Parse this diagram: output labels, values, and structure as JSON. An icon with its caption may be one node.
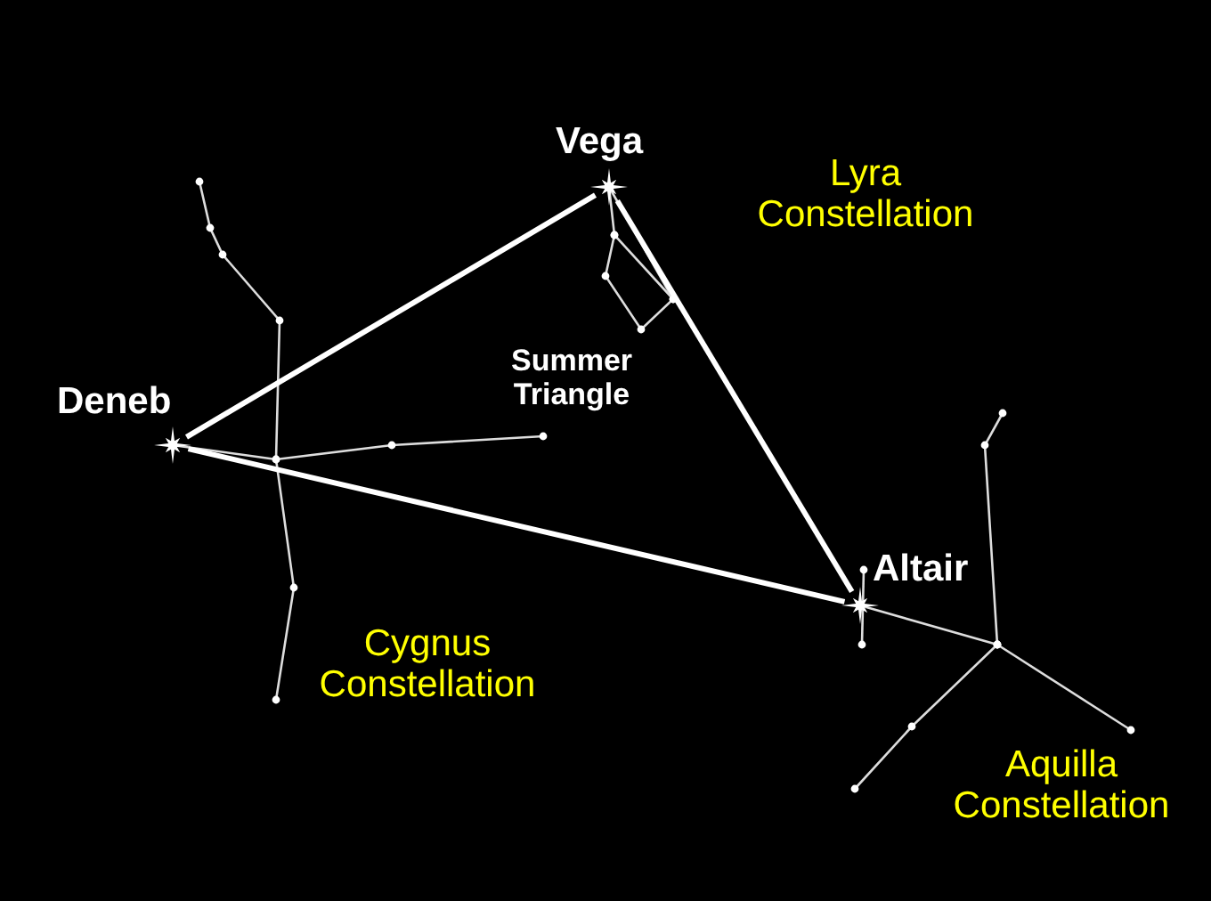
{
  "diagram": {
    "nodes": [
      {
        "text": [
          "Vega"
        ]
      },
      {
        "text": [
          "Deneb"
        ]
      },
      {
        "text": [
          "Altair"
        ]
      }
    ],
    "edges": [
      {
        "from": 1,
        "to": 0,
        "arrow": "none"
      },
      {
        "from": 0,
        "to": 2,
        "arrow": "none"
      },
      {
        "from": 1,
        "to": 2,
        "arrow": "none"
      }
    ],
    "labels": [
      "Lyra Constellation",
      "Summer Triangle",
      "Cygnus Constellation",
      "Aquilla Constellation"
    ]
  }
}
